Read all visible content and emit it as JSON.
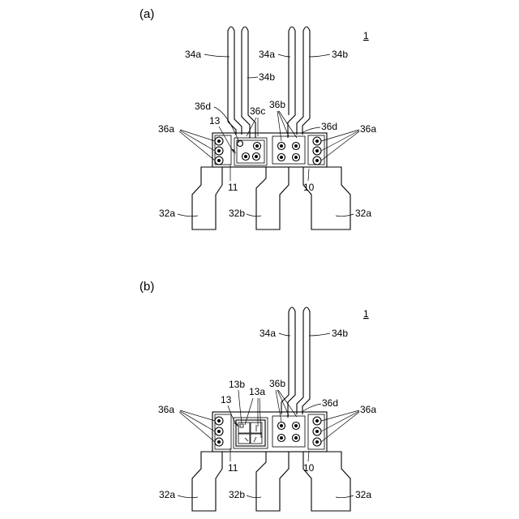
{
  "panels": {
    "a": {
      "panel_label": "(a)",
      "figure_number": "1",
      "labels": {
        "l34a_left": "34a",
        "l34a_mid": "34a",
        "l34b_top": "34b",
        "l34b_mid": "34b",
        "l36d_left": "36d",
        "l36c": "36c",
        "l36b": "36b",
        "l36d_right": "36d",
        "l36a_left": "36a",
        "l36a_right": "36a",
        "l13": "13",
        "l11": "11",
        "l10": "10",
        "l32a_left": "32a",
        "l32b": "32b",
        "l32a_right": "32a"
      }
    },
    "b": {
      "panel_label": "(b)",
      "figure_number": "1",
      "labels": {
        "l34a": "34a",
        "l34b": "34b",
        "l13b": "13b",
        "l36b": "36b",
        "l13": "13",
        "l13a": "13a",
        "l36d": "36d",
        "l36a_left": "36a",
        "l36a_right": "36a",
        "l11": "11",
        "l10": "10",
        "l32a_left": "32a",
        "l32b": "32b",
        "l32a_right": "32a"
      }
    }
  }
}
